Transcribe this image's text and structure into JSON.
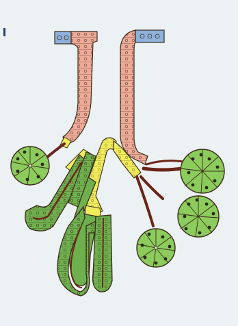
{
  "figure": {
    "background": "#ecf1f3",
    "labels": [],
    "palette": {
      "duct_blue": "#8fb1dc",
      "duct_salmon": "#eeaa98",
      "intercalated_yellow": "#f1ec5a",
      "serous_green": "#8ccc5c",
      "mucous_green": "#6fb04e",
      "myoepithelial_brown": "#6b2418",
      "outline": "#3a2a1a"
    },
    "regions": [
      "excretory-duct",
      "striated-duct",
      "intercalated-duct",
      "serous-acinus",
      "mucous-tubule",
      "myoepithelial-layer"
    ]
  }
}
